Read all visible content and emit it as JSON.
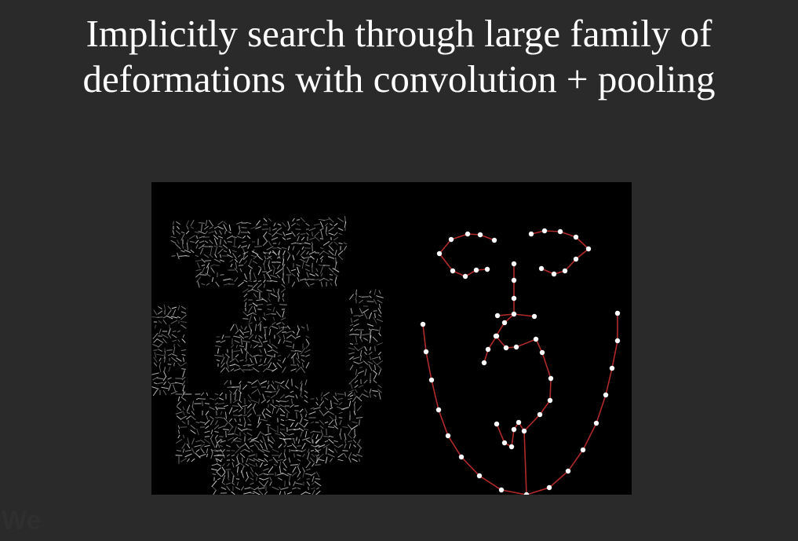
{
  "slide": {
    "title_line1": "Implicitly search through large family of",
    "title_line2": "deformations with convolution + pooling"
  },
  "colors": {
    "background": "#2a2a2a",
    "figure_background": "#000000",
    "hog_strokes": "#d8d8d8",
    "shape_edges": "#b02a2a",
    "landmark_points": "#ffffff"
  },
  "watermark": {
    "text": "We"
  }
}
